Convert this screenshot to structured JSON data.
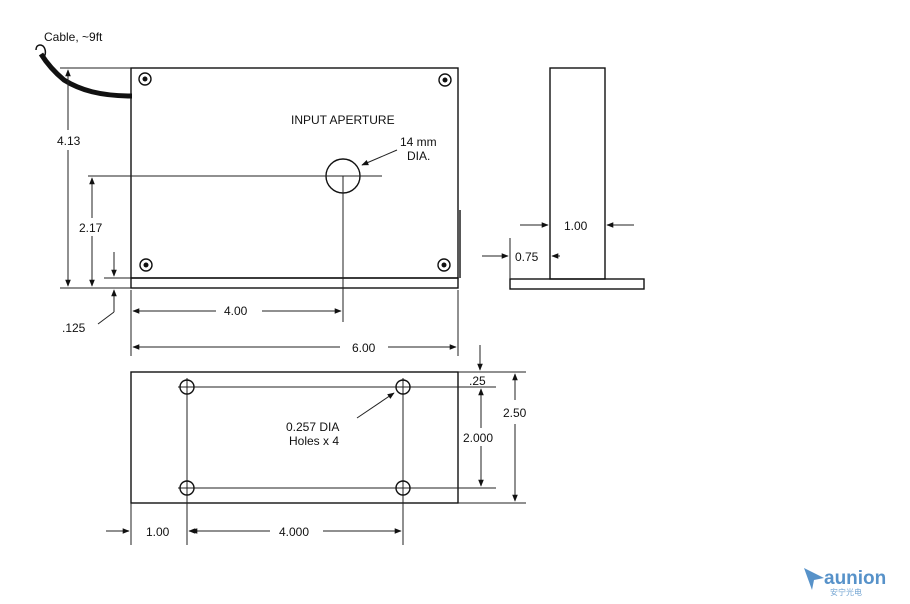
{
  "labels": {
    "cable": "Cable, ~9ft",
    "input_aperture": "INPUT APERTURE",
    "aperture_size_line1": "14 mm",
    "aperture_size_line2": "DIA.",
    "height_total": "4.13",
    "aperture_height": "2.17",
    "base_thickness": ".125",
    "aperture_x": "4.00",
    "width_total": "6.00",
    "side_depth": "1.00",
    "side_base": "0.75",
    "hole_offset_top": ".25",
    "hole_spacing_y": "2.000",
    "base_depth": "2.50",
    "holes_line1": "0.257 DIA",
    "holes_line2": "Holes x 4",
    "hole_offset_left": "1.00",
    "hole_spacing_x": "4.000"
  },
  "logo": {
    "text": "aunion",
    "subtext": "安宁光电",
    "color": "#3a7fc0"
  }
}
